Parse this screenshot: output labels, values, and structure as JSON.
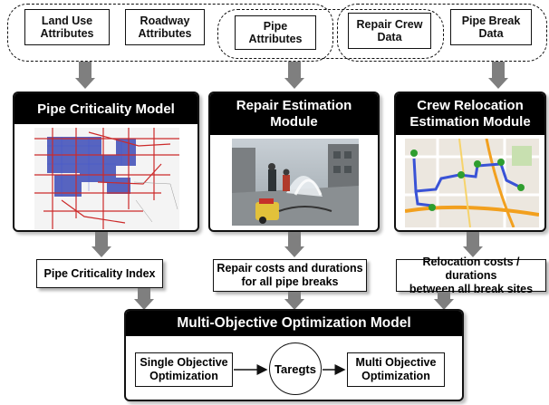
{
  "inputs": {
    "land_use": "Land Use\nAttributes",
    "roadway": "Roadway\nAttributes",
    "pipe": "Pipe\nAttributes",
    "repair_crew": "Repair Crew\nData",
    "pipe_break": "Pipe Break\nData"
  },
  "modules": {
    "criticality": {
      "title": "Pipe Criticality Model"
    },
    "repair": {
      "title": "Repair  Estimation\nModule"
    },
    "relocation": {
      "title": "Crew Relocation\nEstimation Module"
    }
  },
  "outputs": {
    "criticality_index": "Pipe Criticality Index",
    "repair_costs": "Repair costs and durations\nfor all pipe breaks",
    "relocation_costs": "Relocation costs / durations\nbetween all break sites"
  },
  "optimization": {
    "title": "Multi-Objective Optimization Model",
    "single": "Single Objective\nOptimization",
    "targets": "Taregts",
    "multi": "Multi Objective\nOptimization"
  },
  "colors": {
    "arrow": "#7f7f7f",
    "title_bg": "#000000",
    "route": "#3a53d6",
    "road": "#f2a01e"
  }
}
